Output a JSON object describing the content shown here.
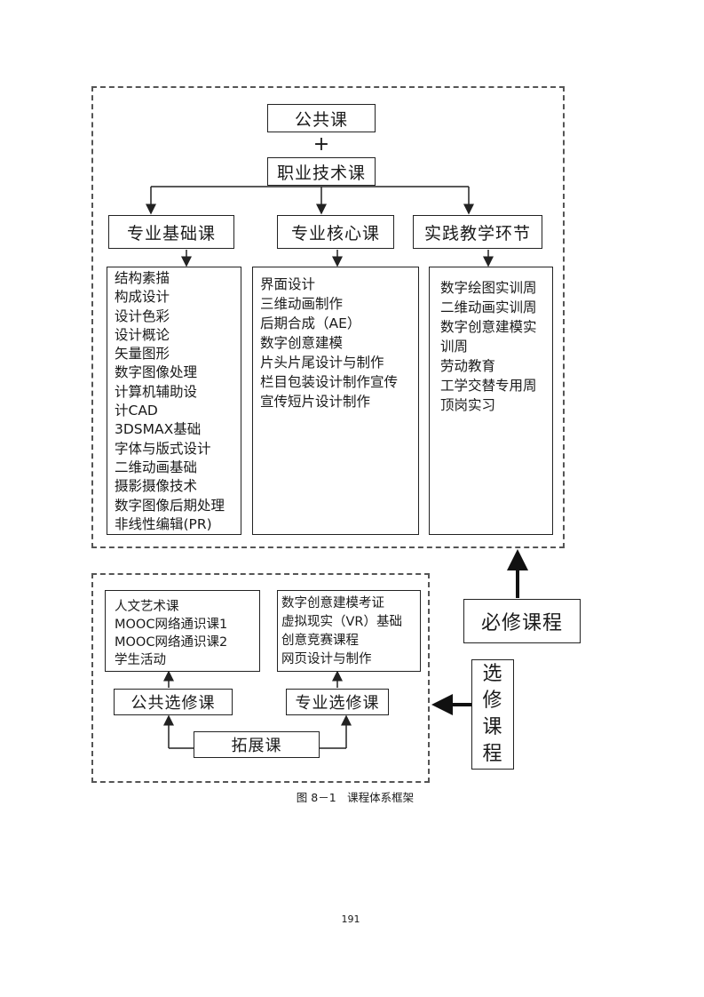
{
  "diagram": {
    "public_course": "公共课",
    "plus_sign": "+",
    "vocational_course": "职业技术课",
    "columns": [
      {
        "title": "专业基础课",
        "items": [
          "结构素描",
          "构成设计",
          "设计色彩",
          "设计概论",
          "矢量图形",
          "数字图像处理",
          "计算机辅助设",
          "计CAD",
          "3DSMAX基础",
          "字体与版式设计",
          "二维动画基础",
          "摄影摄像技术",
          "数字图像后期处理",
          "非线性编辑(PR)"
        ]
      },
      {
        "title": "专业核心课",
        "items": [
          "界面设计",
          "三维动画制作",
          "后期合成（AE）",
          "数字创意建模",
          "片头片尾设计与制作",
          "栏目包装设计制作宣传",
          "宣传短片设计制作"
        ]
      },
      {
        "title": "实践教学环节",
        "items": [
          "数字绘图实训周",
          "二维动画实训周",
          "数字创意建模实",
          "训周",
          "劳动教育",
          "工学交替专用周",
          "顶岗实习"
        ]
      }
    ],
    "elective": {
      "public_elective": {
        "title": "公共选修课",
        "items": [
          "人文艺术课",
          "MOOC网络通识课1",
          "MOOC网络通识课2",
          "学生活动"
        ]
      },
      "professional_elective": {
        "title": "专业选修课",
        "items": [
          "数字创意建模考证",
          "虚拟现实（VR）基础",
          "创意竞赛课程",
          "网页设计与制作"
        ]
      },
      "extension": "拓展课"
    },
    "required_label": "必修课程",
    "elective_label": [
      "选",
      "修",
      "课",
      "程"
    ]
  },
  "caption": "图 8－1　课程体系框架",
  "page_number": "191"
}
